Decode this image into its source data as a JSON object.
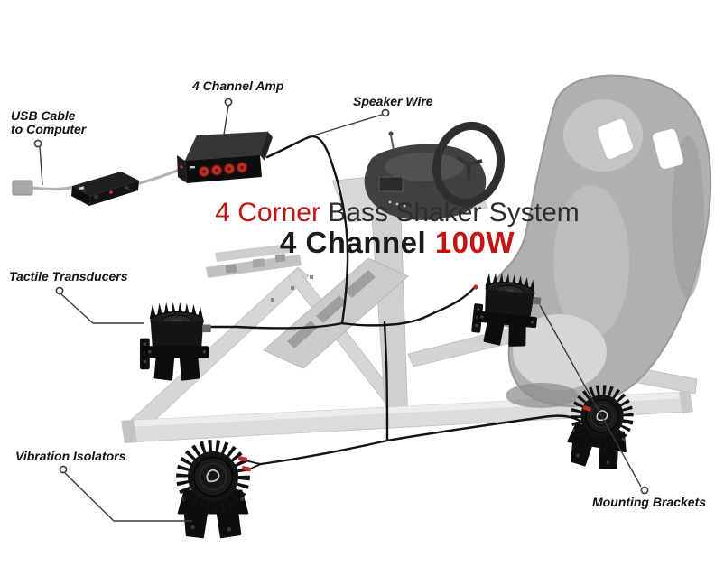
{
  "title": {
    "line1_accent": "4 Corner",
    "line1_rest": "Bass Shaker System",
    "line2_main": "4 Channel",
    "line2_accent": "100W"
  },
  "labels": {
    "usb_line1": "USB Cable",
    "usb_line2": "to Computer",
    "amp": "4 Channel Amp",
    "speaker_wire": "Speaker Wire",
    "tactile": "Tactile Transducers",
    "isolators": "Vibration Isolators",
    "brackets": "Mounting Brackets"
  },
  "colors": {
    "accent_red": "#c41410",
    "knob_red": "#b92e27",
    "component_black": "#141414",
    "rig_gray": "#c7c7c7",
    "title_dark": "#2d2d2d"
  }
}
